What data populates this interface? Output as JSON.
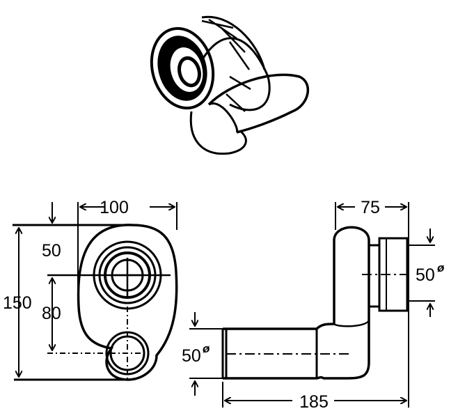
{
  "dimensions": {
    "width": "100",
    "height": "150",
    "offset_top": "50",
    "center_distance": "80",
    "outlet_depth": "75",
    "length": "185",
    "inlet_diameter": "50",
    "outlet_diameter": "50",
    "diameter_symbol": "ø"
  }
}
